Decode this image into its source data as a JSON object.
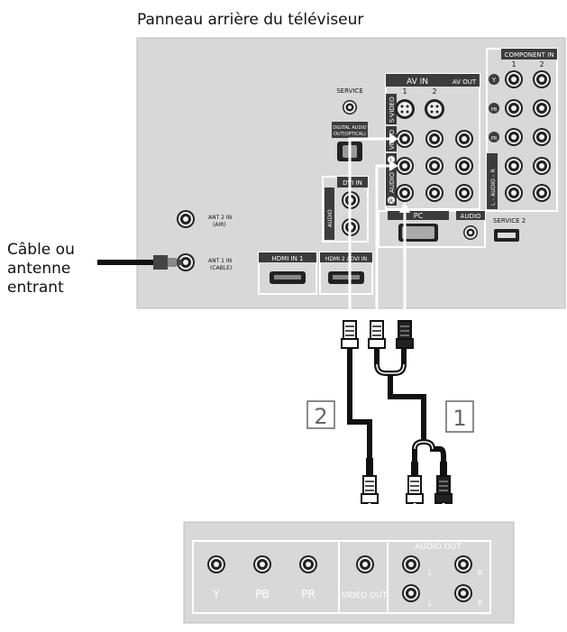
{
  "title": "Panneau arrière du téléviseur",
  "side_label": {
    "line1": "Câble ou",
    "line2": "antenne",
    "line3": "entrant"
  },
  "tv_panel": {
    "service": "SERVICE",
    "digital_audio_line1": "DIGITAL AUDIO",
    "digital_audio_line2": "OUT(OPTICAL)",
    "av_in": "AV IN",
    "av_in_1": "1",
    "av_in_2": "2",
    "av_out": "AV OUT",
    "s_video": "S-VIDEO",
    "video": "VIDEO",
    "audio_l": "L",
    "audio_r": "R",
    "audio_vertical": "AUDIO",
    "component_in": "COMPONENT IN",
    "comp_1": "1",
    "comp_2": "2",
    "y": "Y",
    "pb": "PB",
    "pr": "PR",
    "comp_audio_vertical": "L – AUDIO – R",
    "dvi_in": "DVI IN",
    "dvi_audio_vertical": "AUDIO",
    "pc": "PC",
    "audio": "AUDIO",
    "service2": "SERVICE 2",
    "ant2_line1": "ANT 2 IN",
    "ant2_line2": "(AIR)",
    "ant1_line1": "ANT 1 IN",
    "ant1_line2": "(CABLE)",
    "hdmi1": "HDMI IN 1",
    "hdmi2": "HDMI 2 / DVI IN"
  },
  "callouts": {
    "two": "2",
    "one": "1"
  },
  "device_panel": {
    "y": "Y",
    "pb": "PB",
    "pr": "PR",
    "video_out": "VIDEO OUT",
    "audio_out": "AUDIO OUT",
    "l_top": "L",
    "r_top": "R",
    "l_bottom": "L",
    "r_bottom": "R"
  },
  "colors": {
    "panel": "#d8d8d8",
    "panel_edge": "#bdbdbd",
    "cable": "#111111",
    "label_white": "#ffffff",
    "accent_blue_bar": "#3c3c3c"
  }
}
